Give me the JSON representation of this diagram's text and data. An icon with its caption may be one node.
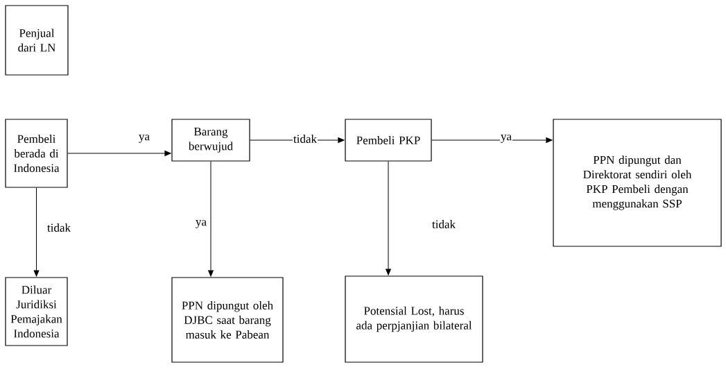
{
  "diagram": {
    "nodes": [
      {
        "text": [
          "Penjual dari LN"
        ]
      },
      {
        "text": [
          "Pembeli berada di Indonesia"
        ]
      },
      {
        "text": [
          "Barang berwujud"
        ]
      },
      {
        "text": [
          "Pembeli PKP"
        ]
      },
      {
        "text": [
          "PPN dipungut dan Direktorat sendiri oleh PKP Pembeli dengan menggunakan SSP"
        ]
      },
      {
        "text": [
          "Diluar Juridiksi Pemajakan Indonesia"
        ]
      },
      {
        "text": [
          "PPN dipungut oleh DJBC saat barang masuk ke Pabean"
        ]
      },
      {
        "text": [
          "Potensial Lost, harus ada perpjanjian bilateral"
        ]
      }
    ],
    "edges": [
      {
        "from": 1,
        "to": 2,
        "arrow": "to",
        "label": "ya"
      },
      {
        "from": 2,
        "to": 3,
        "arrow": "to",
        "label": "tidak"
      },
      {
        "from": 3,
        "to": 4,
        "arrow": "to",
        "label": "ya"
      },
      {
        "from": 1,
        "to": 5,
        "arrow": "to",
        "label": "tidak"
      },
      {
        "from": 2,
        "to": 6,
        "arrow": "to",
        "label": "ya"
      },
      {
        "from": 3,
        "to": 7,
        "arrow": "to",
        "label": "tidak"
      }
    ]
  }
}
